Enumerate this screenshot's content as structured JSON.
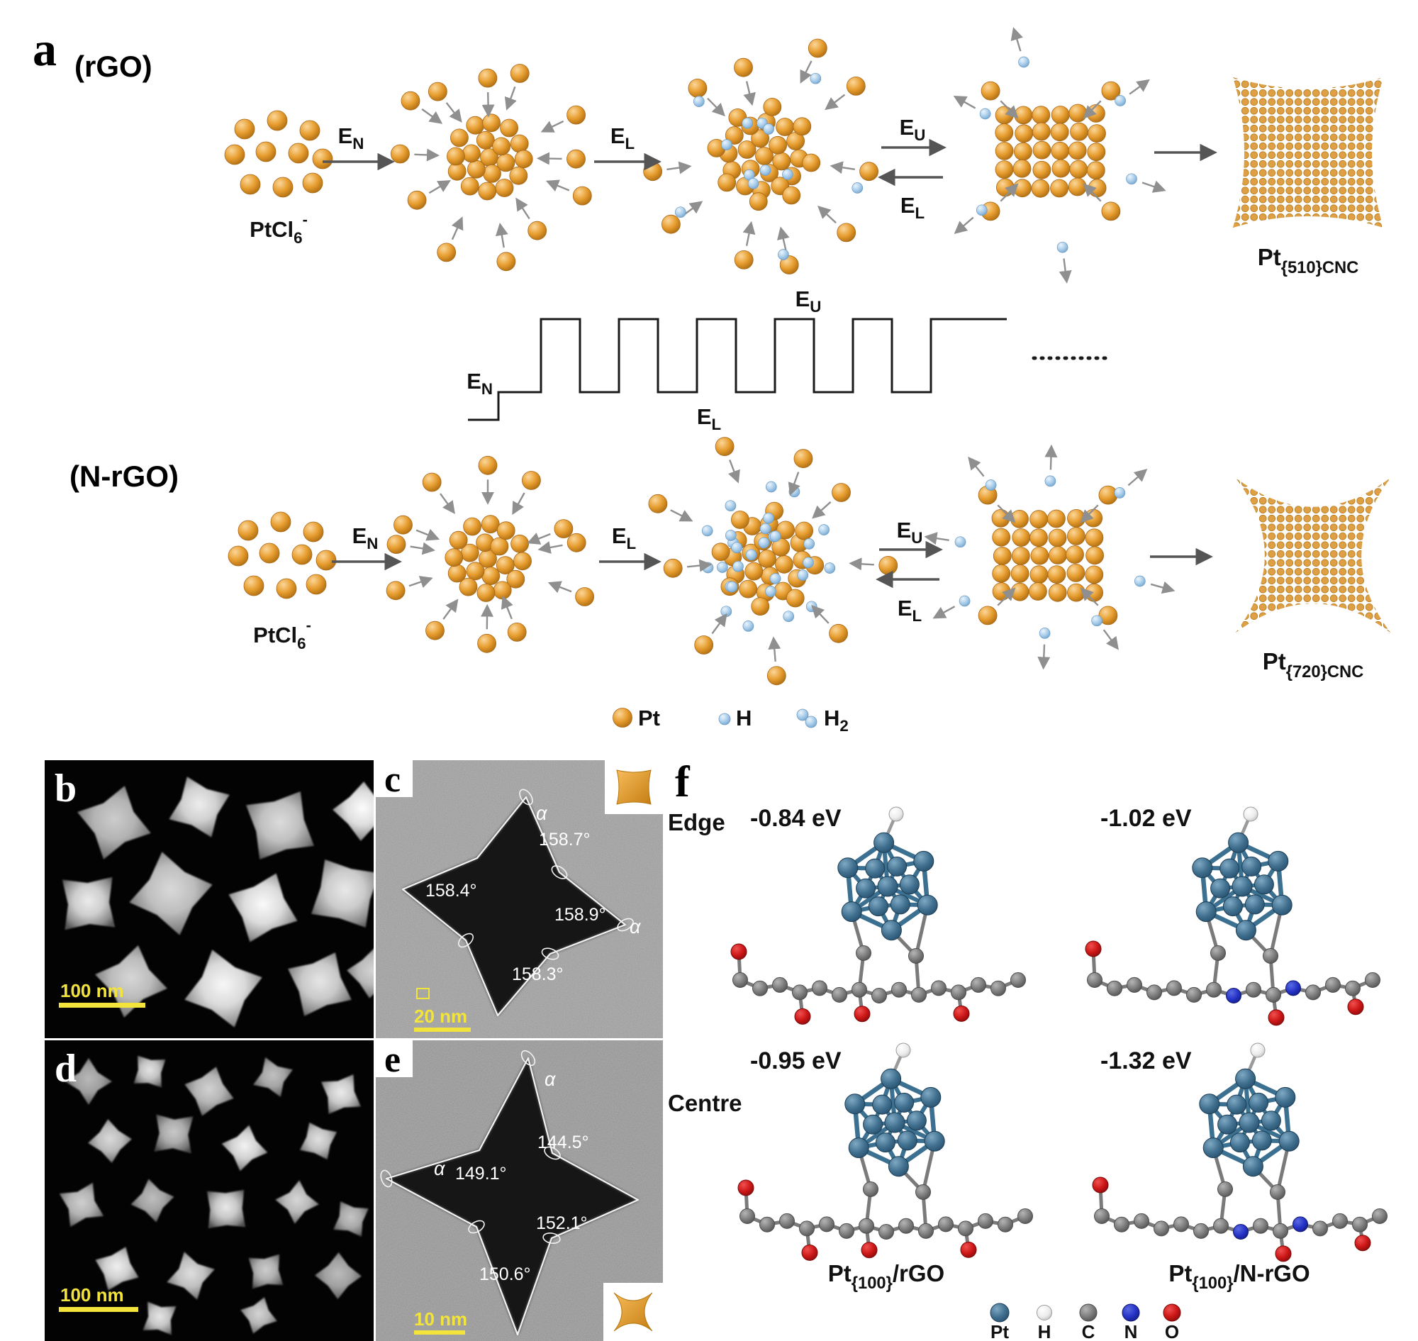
{
  "labels": {
    "panel_a": "a",
    "rgo": "(rGO)",
    "n_rgo": "(N-rGO)",
    "ptcl6": {
      "main": "PtCl",
      "sub": "6",
      "sup": "-"
    },
    "e_n": {
      "base": "E",
      "sub": "N"
    },
    "e_l": {
      "base": "E",
      "sub": "L"
    },
    "e_u": {
      "base": "E",
      "sub": "U"
    },
    "pt510": {
      "main": "Pt",
      "sub": "{510}CNC"
    },
    "pt720": {
      "main": "Pt",
      "sub": "{720}CNC"
    }
  },
  "legend_a": {
    "pt": "Pt",
    "h": "H",
    "h2": {
      "base": "H",
      "sub": "2"
    }
  },
  "panel_b": {
    "label": "b",
    "scale_bar": "100 nm"
  },
  "panel_c": {
    "label": "c",
    "scale_bar": "20 nm",
    "alpha": "α",
    "angle_top": "158.7°",
    "angle_left": "158.4°",
    "angle_right": "158.9°",
    "angle_bottom": "158.3°",
    "edge": "Edge"
  },
  "panel_d": {
    "label": "d",
    "scale_bar": "100 nm"
  },
  "panel_e": {
    "label": "e",
    "scale_bar": "10 nm",
    "alpha": "α",
    "angle_top": "144.5°",
    "angle_left": "149.1°",
    "angle_right": "152.1°",
    "angle_bottom": "150.6°",
    "centre": "Centre"
  },
  "panel_f": {
    "label": "f",
    "models": [
      {
        "energy": "-0.84 eV"
      },
      {
        "energy": "-1.02 eV"
      },
      {
        "energy": "-0.95 eV"
      },
      {
        "energy": "-1.32 eV"
      }
    ],
    "caption_rgo": {
      "main": "Pt",
      "sub": "{100}",
      "rest": "/rGO"
    },
    "caption_nrgo": {
      "main": "Pt",
      "sub": "{100}",
      "rest": "/N-rGO"
    },
    "legend": {
      "pt": "Pt",
      "h": "H",
      "c": "C",
      "n": "N",
      "o": "O"
    }
  }
}
